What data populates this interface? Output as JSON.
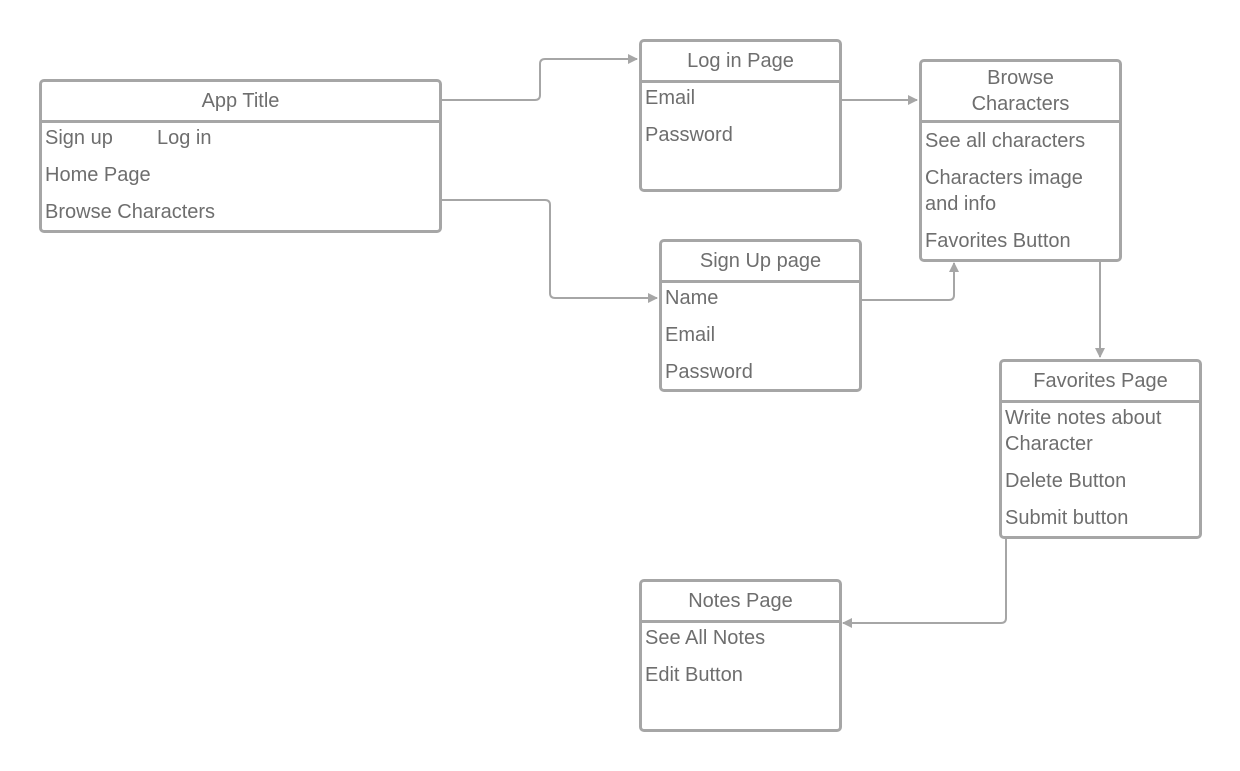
{
  "colors": {
    "stroke": "#a6a6a6",
    "text": "#6e6e6e",
    "background": "#ffffff"
  },
  "boxes": {
    "app": {
      "title": "App Title",
      "items": [
        "Sign up",
        "Log in",
        "Home Page",
        "Browse Characters"
      ]
    },
    "login": {
      "title": "Log in Page",
      "items": [
        "Email",
        "Password"
      ]
    },
    "signup": {
      "title": "Sign Up page",
      "items": [
        "Name",
        "Email",
        "Password"
      ]
    },
    "browse": {
      "title": "Browse Characters",
      "items": [
        "See all characters",
        "Characters image and info",
        "Favorites Button"
      ]
    },
    "favorites": {
      "title": "Favorites Page",
      "items": [
        "Write notes about Character",
        "Delete Button",
        "Submit button"
      ]
    },
    "notes": {
      "title": "Notes Page",
      "items": [
        "See All Notes",
        "Edit Button"
      ]
    }
  },
  "connectors": [
    {
      "from": "app",
      "to": "login"
    },
    {
      "from": "app",
      "to": "signup"
    },
    {
      "from": "login",
      "to": "browse"
    },
    {
      "from": "signup",
      "to": "browse"
    },
    {
      "from": "browse",
      "to": "favorites"
    },
    {
      "from": "favorites",
      "to": "notes"
    }
  ]
}
